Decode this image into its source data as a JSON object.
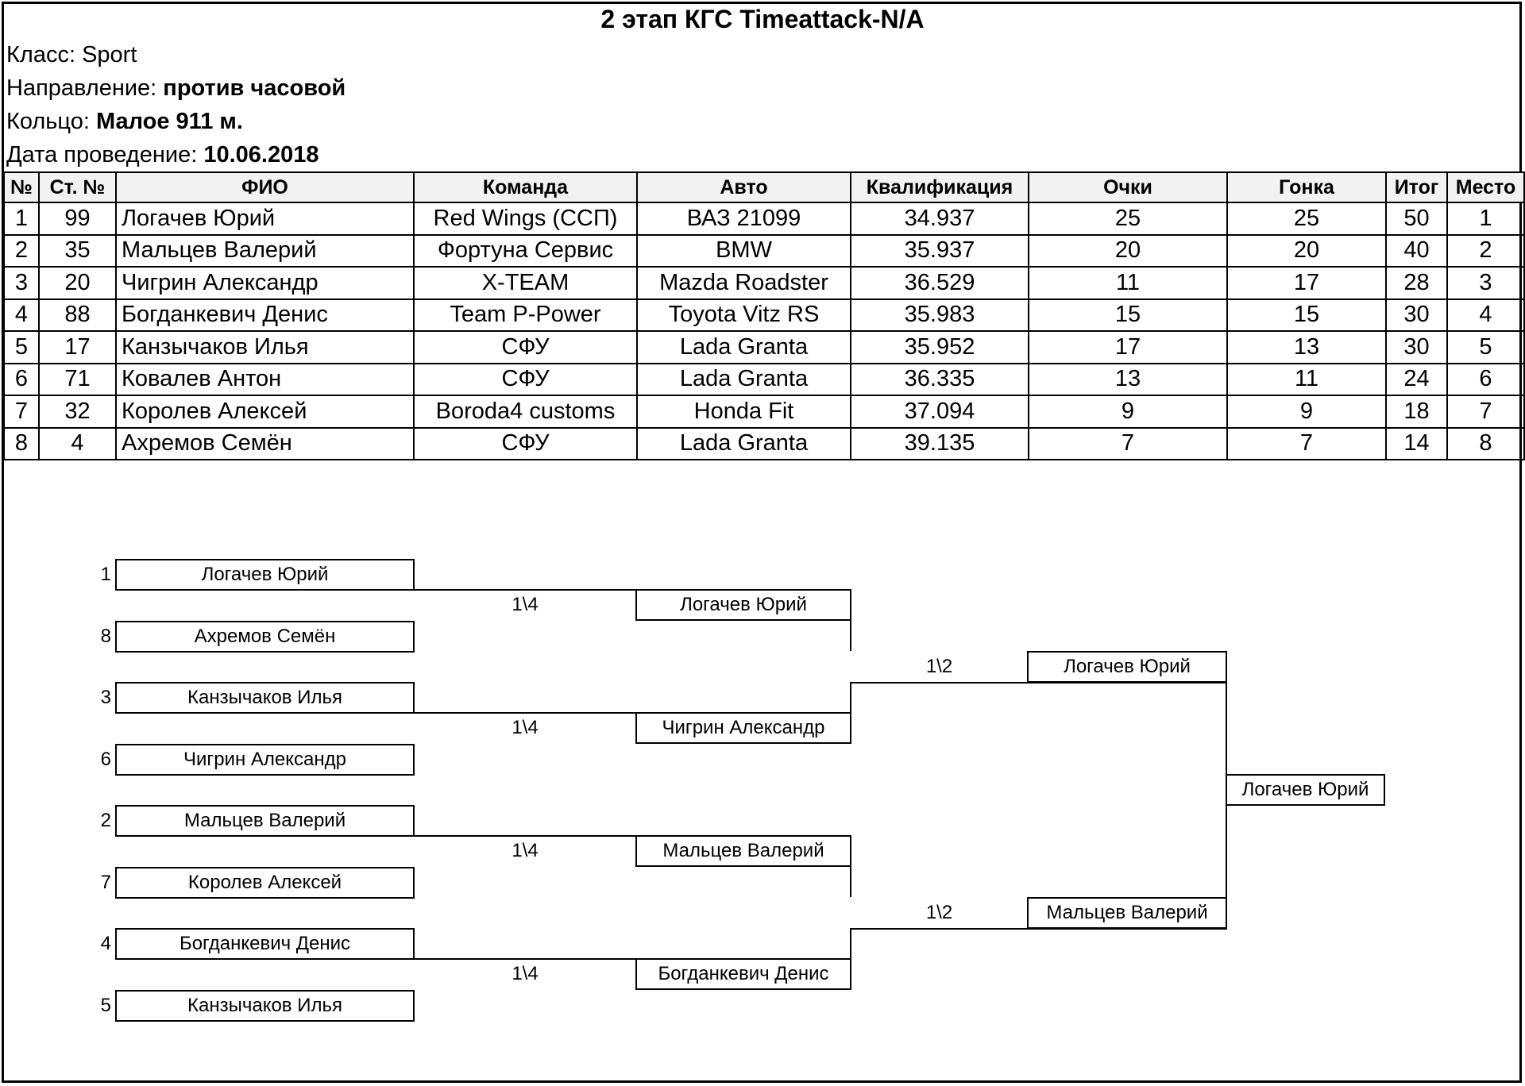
{
  "title": "2 этап КГС Timeattack-N/A",
  "info": {
    "class_label": "Класс:",
    "class_value": "Sport",
    "direction_label": "Направление:",
    "direction_value": "против часовой",
    "ring_label": "Кольцо:",
    "ring_value": "Малое 911 м.",
    "date_label": "Дата проведение:",
    "date_value": "10.06.2018"
  },
  "table": {
    "headers": [
      "№",
      "Ст. №",
      "ФИО",
      "Команда",
      "Авто",
      "Квалификация",
      "Очки",
      "Гонка",
      "Итог",
      "Место"
    ],
    "rows": [
      [
        "1",
        "99",
        "Логачев Юрий",
        "Red Wings (ССП)",
        "ВАЗ 21099",
        "34.937",
        "25",
        "25",
        "50",
        "1"
      ],
      [
        "2",
        "35",
        "Мальцев Валерий",
        "Фортуна Сервис",
        "BMW",
        "35.937",
        "20",
        "20",
        "40",
        "2"
      ],
      [
        "3",
        "20",
        "Чигрин Александр",
        "X-TEAM",
        "Mazda Roadster",
        "36.529",
        "11",
        "17",
        "28",
        "3"
      ],
      [
        "4",
        "88",
        "Богданкевич Денис",
        "Team P-Power",
        "Toyota Vitz RS",
        "35.983",
        "15",
        "15",
        "30",
        "4"
      ],
      [
        "5",
        "17",
        "Канзычаков Илья",
        "СФУ",
        "Lada Granta",
        "35.952",
        "17",
        "13",
        "30",
        "5"
      ],
      [
        "6",
        "71",
        "Ковалев Антон",
        "СФУ",
        "Lada Granta",
        "36.335",
        "13",
        "11",
        "24",
        "6"
      ],
      [
        "7",
        "32",
        "Королев Алексей",
        "Boroda4 customs",
        "Honda Fit",
        "37.094",
        "9",
        "9",
        "18",
        "7"
      ],
      [
        "8",
        "4",
        "Ахремов Семён",
        "СФУ",
        "Lada Granta",
        "39.135",
        "7",
        "7",
        "14",
        "8"
      ]
    ]
  },
  "bracket": {
    "round1": [
      {
        "seed": "1",
        "name": "Логачев Юрий"
      },
      {
        "seed": "8",
        "name": "Ахремов Семён"
      },
      {
        "seed": "3",
        "name": "Канзычаков Илья"
      },
      {
        "seed": "6",
        "name": "Чигрин Александр"
      },
      {
        "seed": "2",
        "name": "Мальцев Валерий"
      },
      {
        "seed": "7",
        "name": "Королев Алексей"
      },
      {
        "seed": "4",
        "name": "Богданкевич Денис"
      },
      {
        "seed": "5",
        "name": "Канзычаков Илья"
      }
    ],
    "quarter_label": "1\\4",
    "quarter_winners": [
      "Логачев Юрий",
      "Чигрин Александр",
      "Мальцев Валерий",
      "Богданкевич Денис"
    ],
    "semi_label": "1\\2",
    "semi_winners": [
      "Логачев Юрий",
      "Мальцев Валерий"
    ],
    "final_winner": "Логачев Юрий"
  }
}
